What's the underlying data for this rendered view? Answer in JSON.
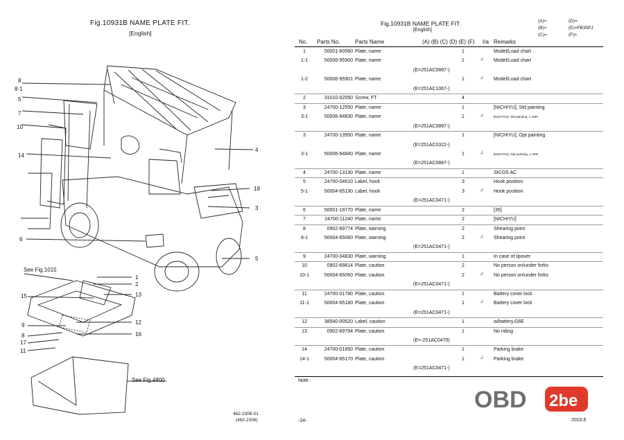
{
  "left": {
    "title": "Fig.10931B  NAME PLATE FIT.",
    "subtitle": "[English]",
    "callouts": [
      "8",
      "8-1",
      "5",
      "7",
      "10",
      "14",
      "4",
      "18",
      "3",
      "6",
      "5",
      "1",
      "2",
      "15",
      "13",
      "12",
      "16",
      "9",
      "8",
      "17",
      "11"
    ],
    "see_fig_1015": "See Fig.1015",
    "see_fig_4800": "See Fig.4800",
    "code1": "462-2306-01",
    "code2": "(462-2306)"
  },
  "right": {
    "title": "Fig.10931B  NAME PLATE FIT.",
    "subtitle": "[English]",
    "model_keys": [
      "(A)=",
      "(D)=",
      "(B)=",
      "(E)=FB35PJ",
      "(C)=",
      "(F)="
    ],
    "headers": {
      "no": "No.",
      "parts_no": "Parts No.",
      "parts_name": "Parts Name",
      "models": "(A) (B) (C) (D) (E) (F)",
      "ia": "I/a",
      "remarks": "Remarks"
    },
    "rows": [
      {
        "no": "1",
        "pn": "50001-60560",
        "name": "Plate, name",
        "q": "1",
        "ia": "",
        "rm": "Model/Load chart"
      },
      {
        "no": "1-1",
        "pn": "50006-95900",
        "name": "Plate, name",
        "q": "1",
        "ia": "┘",
        "rm": "Model/Load chart"
      },
      {
        "sub": "(E=251AC0887-)"
      },
      {
        "no": "1-2",
        "pn": "50006-95901",
        "name": "Plate, name",
        "q": "1",
        "ia": "┘",
        "rm": "Model/Load chart"
      },
      {
        "sub": "(E=251AC1067-)"
      },
      {
        "no": "2",
        "pn": "31010-02050",
        "name": "Screw, FT",
        "q": "4",
        "ia": "",
        "rm": ""
      },
      {
        "no": "3",
        "pn": "24700-12550",
        "name": "Plate, name",
        "q": "1",
        "ia": "",
        "rm": "[NICHIYU], Std painting"
      },
      {
        "no": "3-1",
        "pn": "50006-94830",
        "name": "Plate, name",
        "q": "1",
        "ia": "┘",
        "rm": "[NICHIYU], Std painting, L=500",
        "small": true
      },
      {
        "sub": "(E=251AC0887-)"
      },
      {
        "no": "3",
        "pn": "24700-13950",
        "name": "Plate, name",
        "q": "1",
        "ia": "",
        "rm": "[NICHIYU], Opt painting"
      },
      {
        "sub": "(E=251AC0322-)"
      },
      {
        "no": "3-1",
        "pn": "50006-94840",
        "name": "Plate, name",
        "q": "1",
        "ia": "┘",
        "rm": "[NICHIYU], Opt painting, L=500",
        "small": true
      },
      {
        "sub": "(E=251AC0887-)"
      },
      {
        "no": "4",
        "pn": "24700-13130",
        "name": "Plate, name",
        "q": "1",
        "ia": "",
        "rm": "SICOS AC"
      },
      {
        "no": "5",
        "pn": "24700-04610",
        "name": "Label, hook",
        "q": "3",
        "ia": "",
        "rm": "Hook position"
      },
      {
        "no": "5-1",
        "pn": "50004-65190",
        "name": "Label, hook",
        "q": "3",
        "ia": "┘",
        "rm": "Hook position"
      },
      {
        "sub": "(E=251AC0471-)"
      },
      {
        "no": "6",
        "pn": "50001-19770",
        "name": "Plate, name",
        "q": "2",
        "ia": "",
        "rm": "[35]"
      },
      {
        "no": "7",
        "pn": "24700-11240",
        "name": "Plate, name",
        "q": "2",
        "ia": "",
        "rm": "[NICHIYU]"
      },
      {
        "no": "8",
        "pn": "0902-69774",
        "name": "Plate, warning",
        "q": "2",
        "ia": "",
        "rm": "Shearing point"
      },
      {
        "no": "8-1",
        "pn": "50004-65060",
        "name": "Plate, warning",
        "q": "2",
        "ia": "┘",
        "rm": "Shearing point"
      },
      {
        "sub": "(E=251AC0471-)"
      },
      {
        "no": "9",
        "pn": "24700-04830",
        "name": "Plate, warning",
        "q": "1",
        "ia": "",
        "rm": "In case of tipover"
      },
      {
        "no": "10",
        "pn": "0902-69814",
        "name": "Plate, caution",
        "q": "2",
        "ia": "",
        "rm": "No person on/under forks"
      },
      {
        "no": "10-1",
        "pn": "50004-65050",
        "name": "Plate, caution",
        "q": "2",
        "ia": "┘",
        "rm": "No person on/under forks"
      },
      {
        "sub": "(E=251AC0471-)"
      },
      {
        "no": "11",
        "pn": "24700-01780",
        "name": "Plate, caution",
        "q": "1",
        "ia": "",
        "rm": "Battery cover lock"
      },
      {
        "no": "11-1",
        "pn": "50004-65180",
        "name": "Plate, caution",
        "q": "1",
        "ia": "┘",
        "rm": "Battery cover lock"
      },
      {
        "sub": "(E=251AC0471-)"
      },
      {
        "no": "12",
        "pn": "38540-00520",
        "name": "Label, caution",
        "q": "1",
        "ia": "",
        "rm": "w/battery,G6E"
      },
      {
        "no": "13",
        "pn": "0902-69794",
        "name": "Plate, caution",
        "q": "1",
        "ia": "",
        "rm": "No riding"
      },
      {
        "sub": "(E=-251AC0470)"
      },
      {
        "no": "14",
        "pn": "24700-01850",
        "name": "Plate, caution",
        "q": "1",
        "ia": "",
        "rm": "Parking brake"
      },
      {
        "no": "14-1",
        "pn": "50004-65170",
        "name": "Plate, caution",
        "q": "1",
        "ia": "┘",
        "rm": "Parking brake"
      },
      {
        "sub": "(E=251AC0471-)"
      }
    ],
    "note": "Note :",
    "page": "-24-",
    "date": "2010.6"
  },
  "watermark": {
    "text_a": "OBD",
    "text_b": "2be",
    "colors": {
      "grey": "#6f6f6f",
      "red": "#e03a2a"
    }
  }
}
